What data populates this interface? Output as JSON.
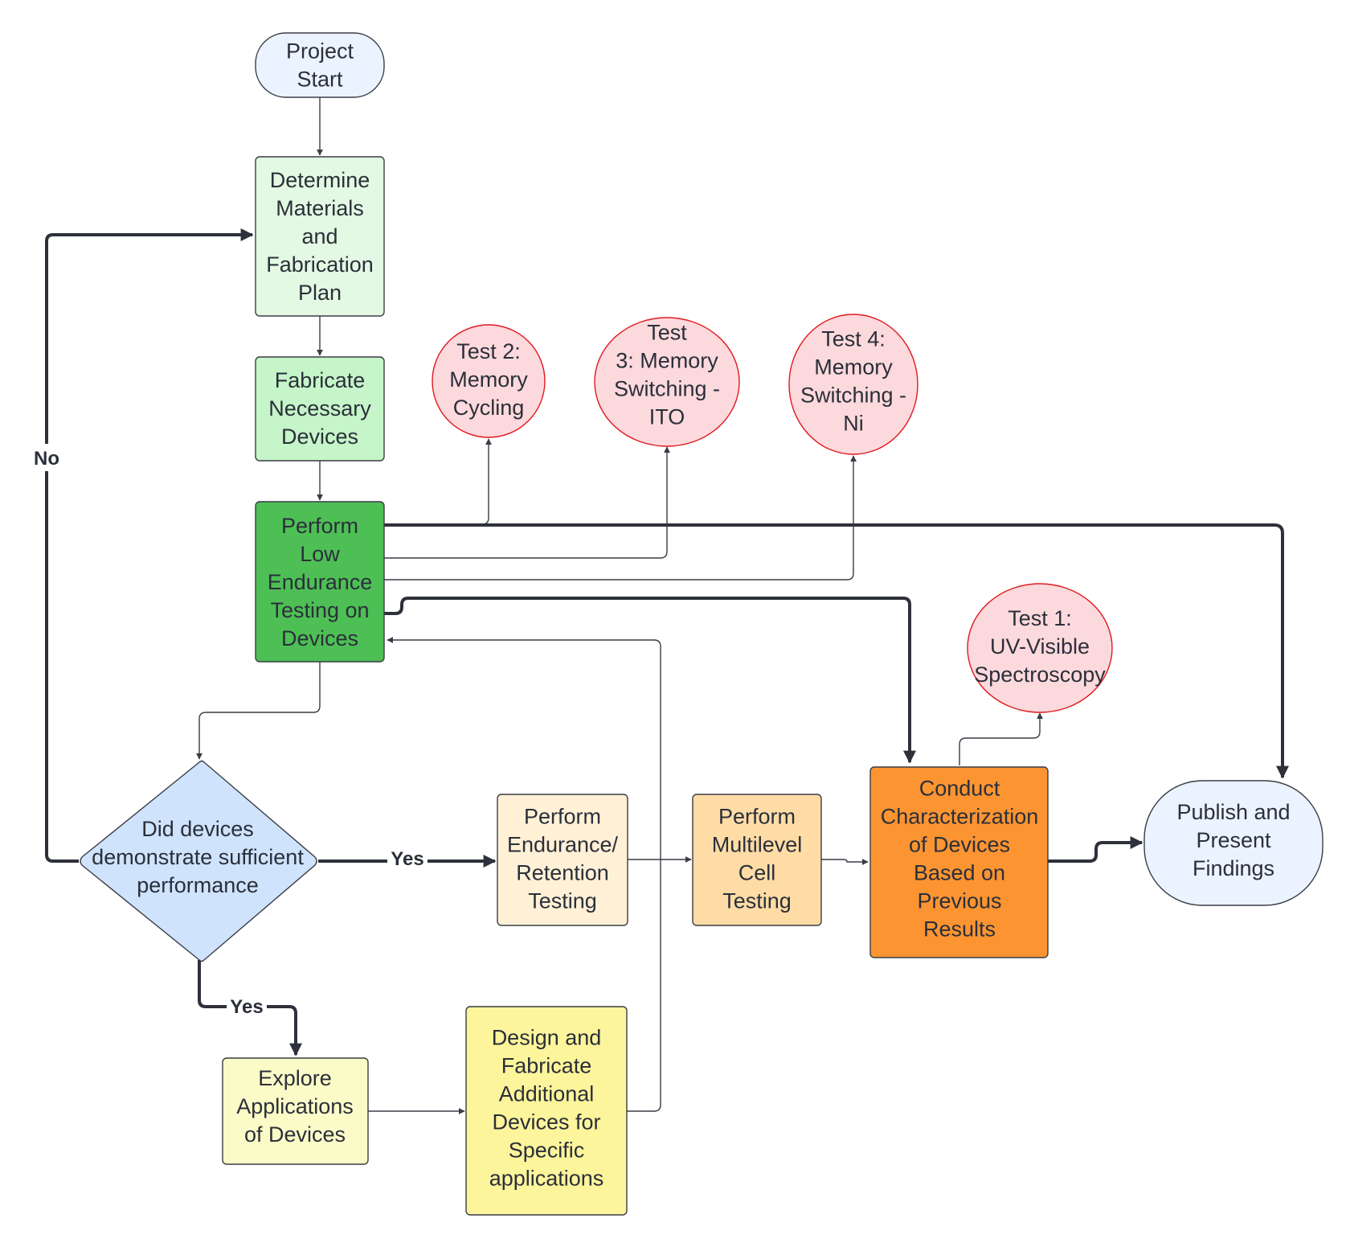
{
  "colors": {
    "terminal_fill": "#eaf3ff",
    "terminal_stroke": "#3a3d46",
    "green_light": "#e3f9e3",
    "green_mid": "#c5f5c8",
    "green_dark": "#4dbf55",
    "test_fill": "#fcd9dc",
    "test_stroke": "#e0191f",
    "decision_fill": "#cfe3fd",
    "cream": "#fff0d6",
    "peach": "#ffdca6",
    "orange": "#fb9431",
    "pale_yellow": "#fbfbc8",
    "yellow": "#fdf59b",
    "edge_color": "#2e313b"
  },
  "nodes": {
    "project_start": {
      "lines": [
        "Project",
        "Start"
      ]
    },
    "determine_materials": {
      "lines": [
        "Determine",
        "Materials",
        "and",
        "Fabrication",
        "Plan"
      ]
    },
    "fabricate_devices": {
      "lines": [
        "Fabricate",
        "Necessary",
        "Devices"
      ]
    },
    "low_endurance": {
      "lines": [
        "Perform",
        "Low",
        "Endurance",
        "Testing on",
        "Devices"
      ]
    },
    "test2": {
      "lines": [
        "Test 2:",
        "Memory",
        "Cycling"
      ]
    },
    "test3": {
      "lines": [
        "Test",
        "3: Memory",
        "Switching -",
        "ITO"
      ]
    },
    "test4": {
      "lines": [
        "Test 4:",
        "Memory",
        "Switching -",
        "Ni"
      ]
    },
    "test1": {
      "lines": [
        "Test 1:",
        "UV-Visible",
        "Spectroscopy"
      ]
    },
    "decision": {
      "lines": [
        "Did devices",
        "demonstrate sufficient",
        "performance"
      ]
    },
    "endurance_retention": {
      "lines": [
        "Perform",
        "Endurance/",
        "Retention",
        "Testing"
      ]
    },
    "multilevel": {
      "lines": [
        "Perform",
        "Multilevel",
        "Cell",
        "Testing"
      ]
    },
    "characterization": {
      "lines": [
        "Conduct",
        "Characterization",
        "of Devices",
        "Based on",
        "Previous",
        "Results"
      ]
    },
    "publish": {
      "lines": [
        "Publish and",
        "Present",
        "Findings"
      ]
    },
    "explore": {
      "lines": [
        "Explore",
        "Applications",
        "of Devices"
      ]
    },
    "design_fabricate": {
      "lines": [
        "Design and",
        "Fabricate",
        "Additional",
        "Devices for",
        "Specific",
        "applications"
      ]
    }
  },
  "edge_labels": {
    "no": "No",
    "yes_right": "Yes",
    "yes_down": "Yes"
  }
}
